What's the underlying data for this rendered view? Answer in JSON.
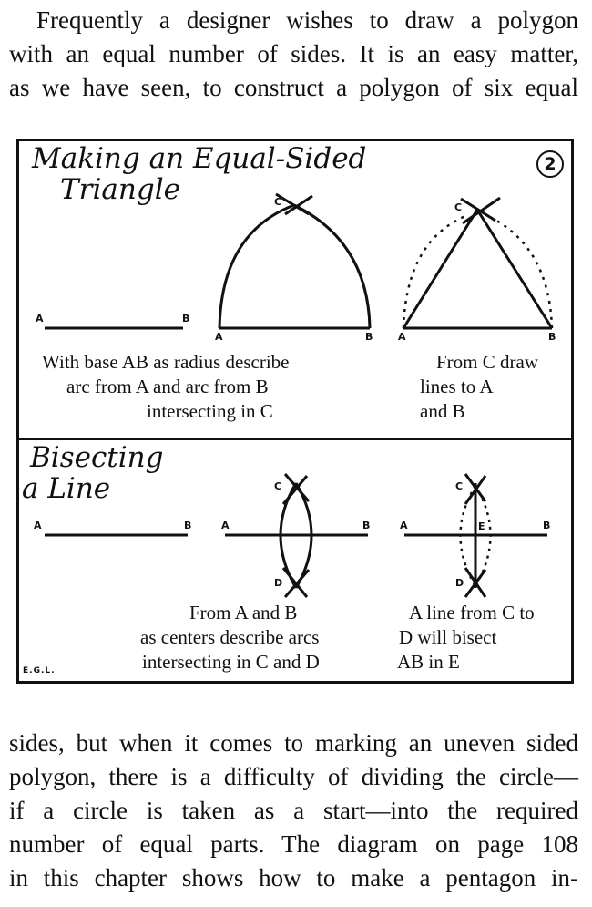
{
  "page": {
    "top_paragraph": [
      "Frequently a designer wishes to draw a polygon",
      "with an equal number of sides.  It is an easy matter,",
      "as we have seen, to construct a polygon of six equal"
    ],
    "bottom_paragraph": [
      "sides, but when it comes to marking an uneven sided",
      "polygon, there is a difficulty of dividing the circle—",
      "if a circle is taken as a start—into the required",
      "number of equal parts.  The diagram on page 108",
      "in this chapter shows how to make a pentagon in-"
    ]
  },
  "figure": {
    "number": "2",
    "initials": "E.G.L.",
    "section1": {
      "title_line1": "Making an Equal-Sided",
      "title_line2": "Triangle",
      "caption_left": [
        "With base AB as radius describe",
        "arc from A and arc from B",
        "intersecting in C"
      ],
      "caption_right": [
        "From C draw",
        "lines to A",
        "and B"
      ],
      "labels": {
        "a": "A",
        "b": "B",
        "c": "C"
      }
    },
    "section2": {
      "title_line1": "Bisecting",
      "title_line2": "a Line",
      "caption_left": [
        "From A and B",
        "as centers describe arcs",
        "intersecting in C and D"
      ],
      "caption_right": [
        "A line from C to",
        "D will bisect",
        "AB in E"
      ],
      "labels": {
        "a": "A",
        "b": "B",
        "c": "C",
        "d": "D",
        "e": "E"
      }
    }
  }
}
